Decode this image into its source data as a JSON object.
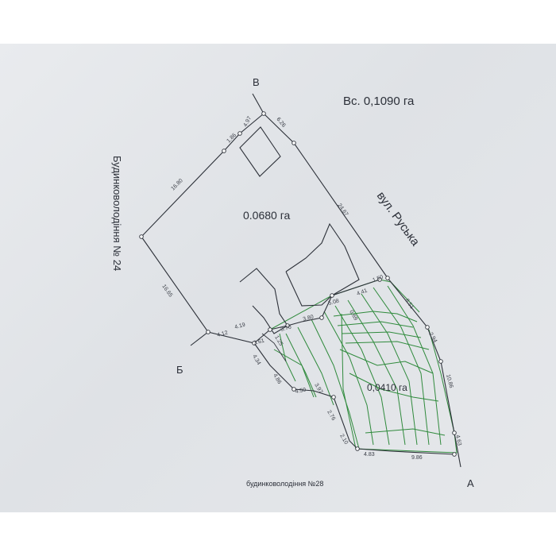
{
  "labels": {
    "point_v": "В",
    "point_b": "Б",
    "point_a": "А",
    "total_area": "Вс. 0,1090 га",
    "area_main": "0.0680 га",
    "area_hatched": "0,0410 га",
    "street": "вул. Руська",
    "neighbor_west": "Будинковолодіння № 24",
    "neighbor_south": "будинковолодіння №28"
  },
  "dimensions": {
    "d_497": "4.97",
    "d_626": "6.26",
    "d_186": "1.86",
    "d_1680": "16.80",
    "d_2467": "24.67",
    "d_1665": "16.65",
    "d_412": "4.12",
    "d_419": "4.19",
    "d_361": "3.61",
    "d_370": "3.70",
    "d_380": "3.80",
    "d_508": "5.08",
    "d_441": "4.41",
    "d_150": "1.50",
    "d_851": "8.51",
    "d_294": "2.94",
    "d_1086": "10.86",
    "d_463": "4.63",
    "d_986": "9.86",
    "d_483": "4.83",
    "d_434": "4.34",
    "d_486": "4.86",
    "d_450": "4.50",
    "d_397": "3.97",
    "d_276": "2.76",
    "d_210": "2.10",
    "d_069": "0.69",
    "d_125": "1.25"
  },
  "colors": {
    "paper": "#e4e6e9",
    "ink": "#2d3139",
    "hatch": "#2f8a3c"
  }
}
